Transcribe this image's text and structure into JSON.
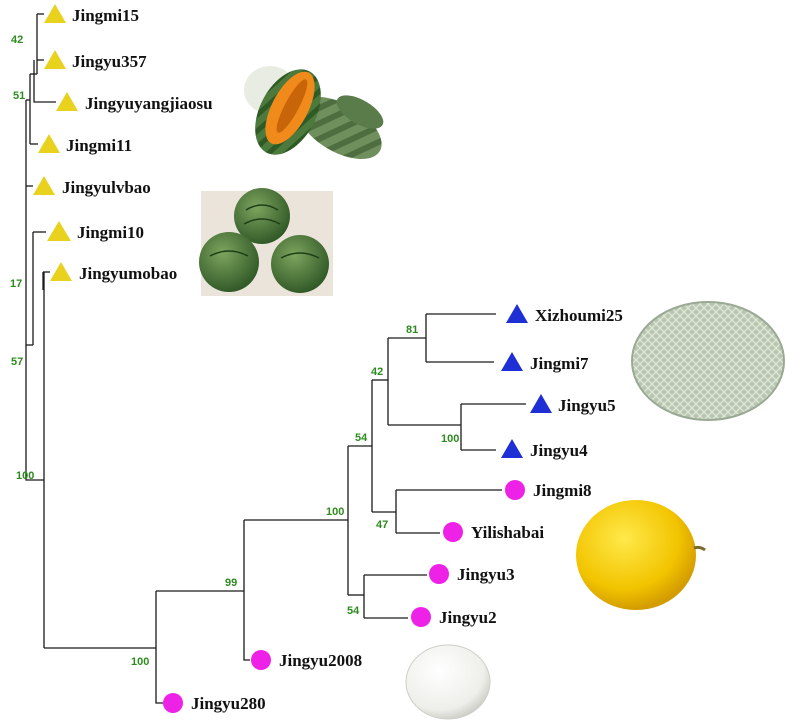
{
  "colors": {
    "yellow_marker": "#e8d21e",
    "blue_marker": "#1f2fd6",
    "magenta_marker": "#ee22e6",
    "bootstrap_text": "#2e8b1f",
    "branch": "#1a1a1a"
  },
  "taxa": [
    {
      "id": "jingmi15",
      "label": "Jingmi15",
      "marker": "triangle",
      "color": "yellow"
    },
    {
      "id": "jingyu357",
      "label": "Jingyu357",
      "marker": "triangle",
      "color": "yellow"
    },
    {
      "id": "jingyuyangjiaosu",
      "label": "Jingyuyangjiaosu",
      "marker": "triangle",
      "color": "yellow"
    },
    {
      "id": "jingmi11",
      "label": "Jingmi11",
      "marker": "triangle",
      "color": "yellow"
    },
    {
      "id": "jingyulvbao",
      "label": "Jingyulvbao",
      "marker": "triangle",
      "color": "yellow"
    },
    {
      "id": "jingmi10",
      "label": "Jingmi10",
      "marker": "triangle",
      "color": "yellow"
    },
    {
      "id": "jingyumobao",
      "label": "Jingyumobao",
      "marker": "triangle",
      "color": "yellow"
    },
    {
      "id": "xizhoumi25",
      "label": "Xizhoumi25",
      "marker": "triangle",
      "color": "blue"
    },
    {
      "id": "jingmi7",
      "label": "Jingmi7",
      "marker": "triangle",
      "color": "blue"
    },
    {
      "id": "jingyu5",
      "label": "Jingyu5",
      "marker": "triangle",
      "color": "blue"
    },
    {
      "id": "jingyu4",
      "label": "Jingyu4",
      "marker": "triangle",
      "color": "blue"
    },
    {
      "id": "jingmi8",
      "label": "Jingmi8",
      "marker": "circle",
      "color": "magenta"
    },
    {
      "id": "yilishabai",
      "label": "Yilishabai",
      "marker": "circle",
      "color": "magenta"
    },
    {
      "id": "jingyu3",
      "label": "Jingyu3",
      "marker": "circle",
      "color": "magenta"
    },
    {
      "id": "jingyu2",
      "label": "Jingyu2",
      "marker": "circle",
      "color": "magenta"
    },
    {
      "id": "jingyu2008",
      "label": "Jingyu2008",
      "marker": "circle",
      "color": "magenta"
    },
    {
      "id": "jingyu280",
      "label": "Jingyu280",
      "marker": "circle",
      "color": "magenta"
    }
  ],
  "bootstrap": {
    "b42_top": "42",
    "b51": "51",
    "b17": "17",
    "b57": "57",
    "b100_yellow": "100",
    "b81": "81",
    "b42_blue": "42",
    "b100_jingyu45": "100",
    "b54_upper": "54",
    "b100_inner": "100",
    "b47": "47",
    "b54_lower": "54",
    "b99": "99",
    "b100_root": "100"
  },
  "photos": [
    {
      "id": "green-striped-melon",
      "icon": "striped-green-melon-photo"
    },
    {
      "id": "round-green-melons",
      "icon": "round-green-melon-photo"
    },
    {
      "id": "netted-cantaloupe",
      "icon": "cantaloupe-photo"
    },
    {
      "id": "yellow-melon",
      "icon": "yellow-melon-photo"
    },
    {
      "id": "white-melon",
      "icon": "white-melon-photo"
    }
  ]
}
